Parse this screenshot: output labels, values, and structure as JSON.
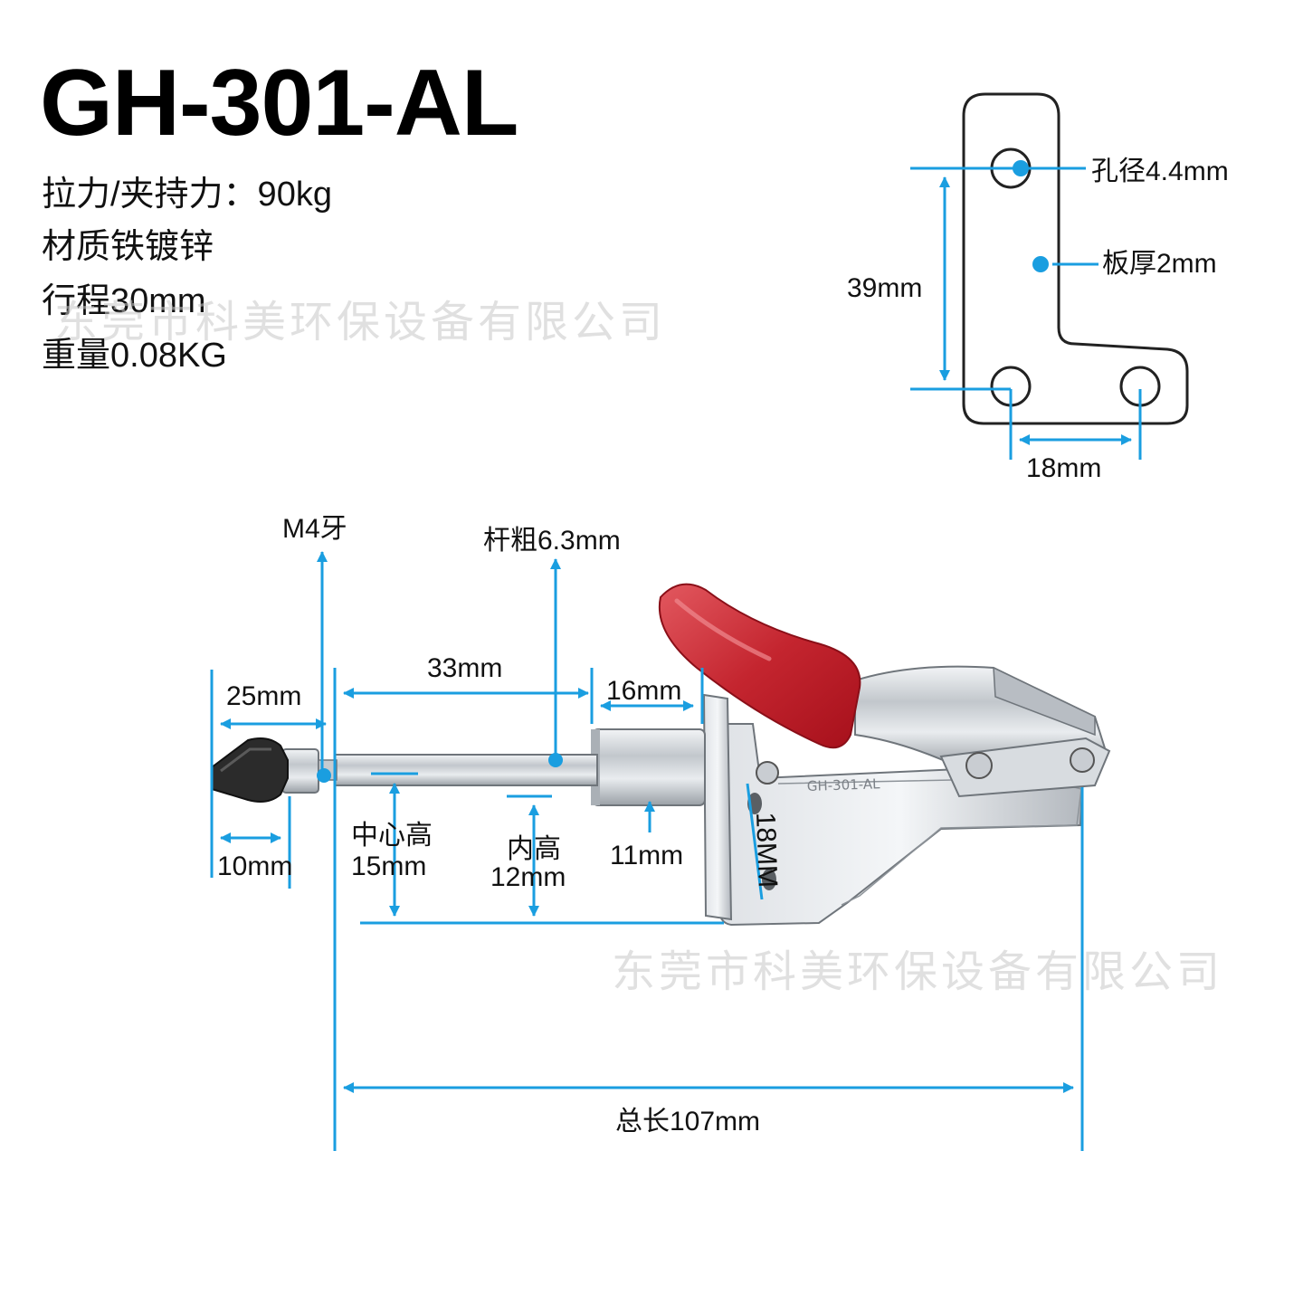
{
  "title": "GH-301-AL",
  "specs": [
    "拉力/夹持力：90kg",
    "材质铁镀锌",
    "行程30mm",
    "重量0.08KG"
  ],
  "watermark": "东莞市科美环保设备有限公司",
  "plate": {
    "hole": "孔径4.4mm",
    "thickness": "板厚2mm",
    "height": "39mm",
    "spacing": "18mm"
  },
  "clamp": {
    "thread": "M4牙",
    "rod": "杆粗6.3mm",
    "reach": "33mm",
    "tip": "25mm",
    "sleeve": "16mm",
    "tip_dia": "10mm",
    "center_label": "中心高",
    "center_value": "15mm",
    "inner_label": "内高",
    "inner_value": "12mm",
    "base": "11mm",
    "slot": "18MM",
    "total": "总长107mm",
    "part_marking": "GH-301-AL"
  },
  "colors": {
    "dimension": "#1a9ee0",
    "handle": "#c8303c",
    "steel": "#cfd3d8",
    "rubber": "#2a2a2a"
  }
}
